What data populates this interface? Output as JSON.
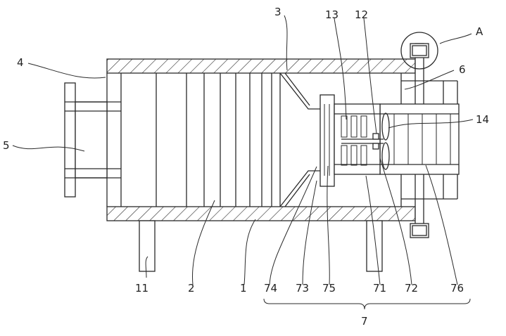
{
  "labels": {
    "l1": "1",
    "l2": "2",
    "l3": "3",
    "l4": "4",
    "l5": "5",
    "l6": "6",
    "l7": "7",
    "l11": "11",
    "l12": "12",
    "l13": "13",
    "l14": "14",
    "l71": "71",
    "l72": "72",
    "l73": "73",
    "l74": "74",
    "l75": "75",
    "l76": "76",
    "lA": "A"
  }
}
